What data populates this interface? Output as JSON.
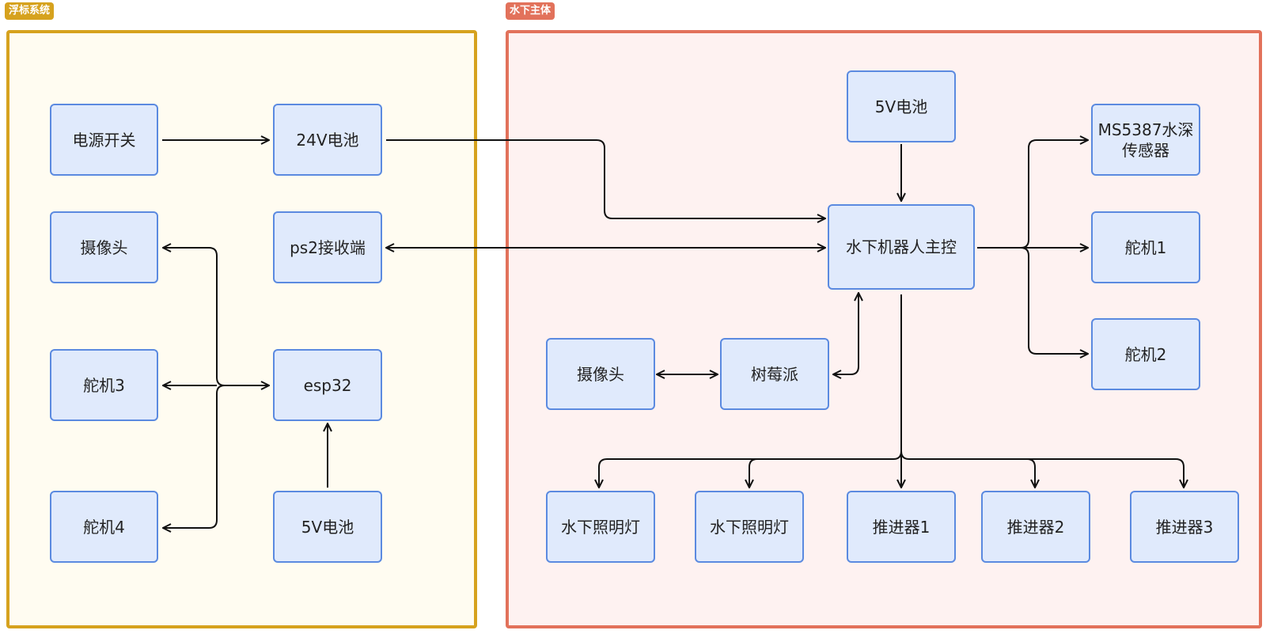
{
  "groups": {
    "float": "浮标系统",
    "under": "水下主体"
  },
  "nodes": {
    "power_switch": "电源开关",
    "battery_24v": "24V电池",
    "camera_float": "摄像头",
    "ps2_receiver": "ps2接收端",
    "servo3": "舵机3",
    "esp32": "esp32",
    "servo4": "舵机4",
    "battery_5v_float": "5V电池",
    "battery_5v_under": "5V电池",
    "main_controller": "水下机器人主控",
    "depth_sensor": "MS5387水深传感器",
    "servo1": "舵机1",
    "servo2": "舵机2",
    "camera_under": "摄像头",
    "raspberry_pi": "树莓派",
    "light1": "水下照明灯",
    "light2": "水下照明灯",
    "thruster1": "推进器1",
    "thruster2": "推进器2",
    "thruster3": "推进器3"
  }
}
